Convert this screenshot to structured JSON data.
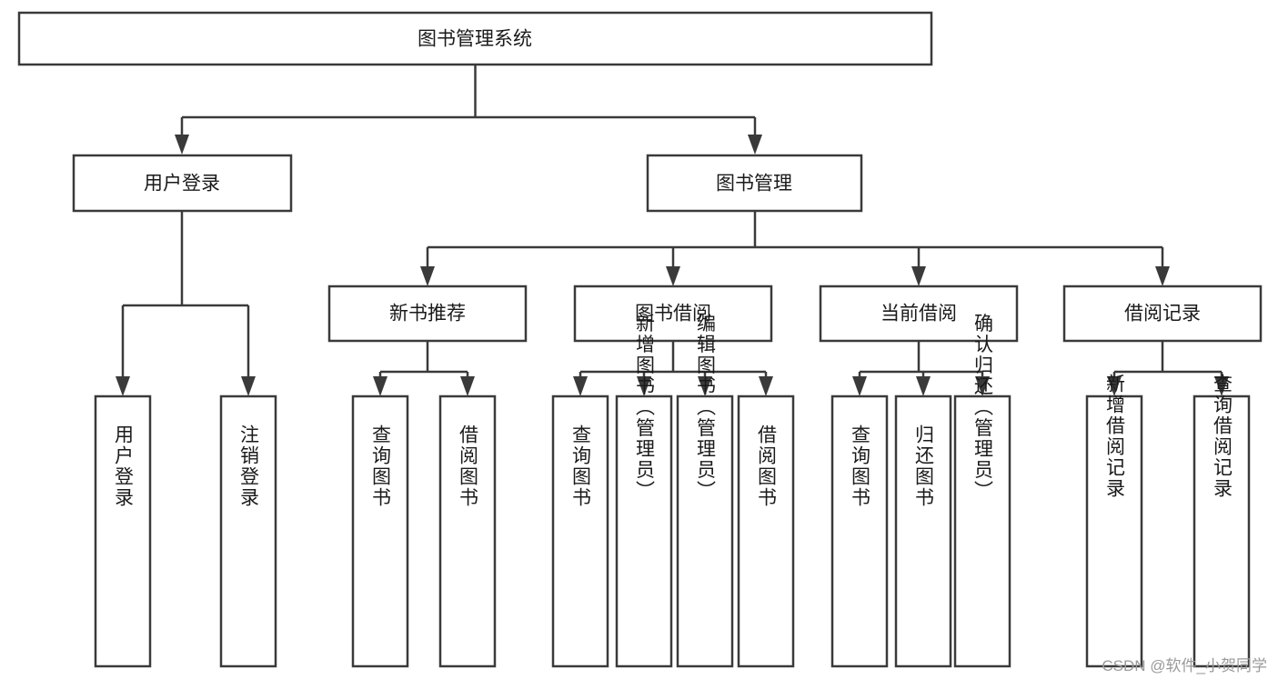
{
  "diagram": {
    "type": "tree-hierarchy",
    "title": "图书管理系统",
    "watermark": "CSDN @软件_小贺同学",
    "colors": {
      "background": "#ffffff",
      "box_fill": "#ffffff",
      "box_stroke": "#3a3a3a",
      "text": "#1a1a1a",
      "watermark": "#9a9a9a"
    },
    "levels": {
      "root": {
        "label": "图书管理系统"
      },
      "level2": [
        {
          "id": "user-login",
          "label": "用户登录"
        },
        {
          "id": "book-manage",
          "label": "图书管理"
        }
      ],
      "level3": [
        {
          "id": "new-book-recommend",
          "label": "新书推荐"
        },
        {
          "id": "book-borrow",
          "label": "图书借阅"
        },
        {
          "id": "current-borrow",
          "label": "当前借阅"
        },
        {
          "id": "borrow-record",
          "label": "借阅记录"
        }
      ],
      "leaves": {
        "user-login": [
          {
            "id": "leaf-user-login",
            "label": "用户登录"
          },
          {
            "id": "leaf-logout-login",
            "label": "注销登录"
          }
        ],
        "new-book-recommend": [
          {
            "id": "leaf-query-book-1",
            "label": "查询图书"
          },
          {
            "id": "leaf-borrow-book-1",
            "label": "借阅图书"
          }
        ],
        "book-borrow": [
          {
            "id": "leaf-query-book-2",
            "label": "查询图书"
          },
          {
            "id": "leaf-add-book",
            "label": "新增图书（管理员）"
          },
          {
            "id": "leaf-edit-book",
            "label": "编辑图书（管理员）"
          },
          {
            "id": "leaf-borrow-book-2",
            "label": "借阅图书"
          }
        ],
        "current-borrow": [
          {
            "id": "leaf-query-book-3",
            "label": "查询图书"
          },
          {
            "id": "leaf-return-book",
            "label": "归还图书"
          },
          {
            "id": "leaf-confirm-return",
            "label": "确认归还（管理员）"
          }
        ],
        "borrow-record": [
          {
            "id": "leaf-add-record",
            "label": "新增借阅记录"
          },
          {
            "id": "leaf-query-record",
            "label": "查询借阅记录"
          }
        ]
      }
    }
  }
}
